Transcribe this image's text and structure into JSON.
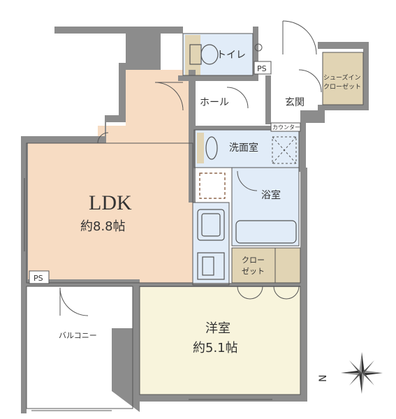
{
  "rooms": {
    "ldk_name": "LDK",
    "ldk_area": "約8.8帖",
    "western_name": "洋室",
    "western_area": "約5.1帖",
    "toilet": "トイレ",
    "hall": "ホール",
    "entrance": "玄関",
    "washroom": "洗面室",
    "bath": "浴室",
    "closet_line1": "クロー",
    "closet_line2": "ゼット",
    "shoe_line1": "シューズイン",
    "shoe_line2": "クローゼット",
    "counter": "カウンター",
    "balcony": "バルコニー",
    "ps_top": "PS",
    "ps_left": "PS"
  },
  "compass": {
    "letter": "N"
  },
  "colors": {
    "wall": "#8c8c8c",
    "ldk_floor": "#f7dcc3",
    "western_floor": "#f8f4dc",
    "wet_floor": "#e1ecf8",
    "wood_floor": "#e1d4b4",
    "line": "#555555"
  }
}
